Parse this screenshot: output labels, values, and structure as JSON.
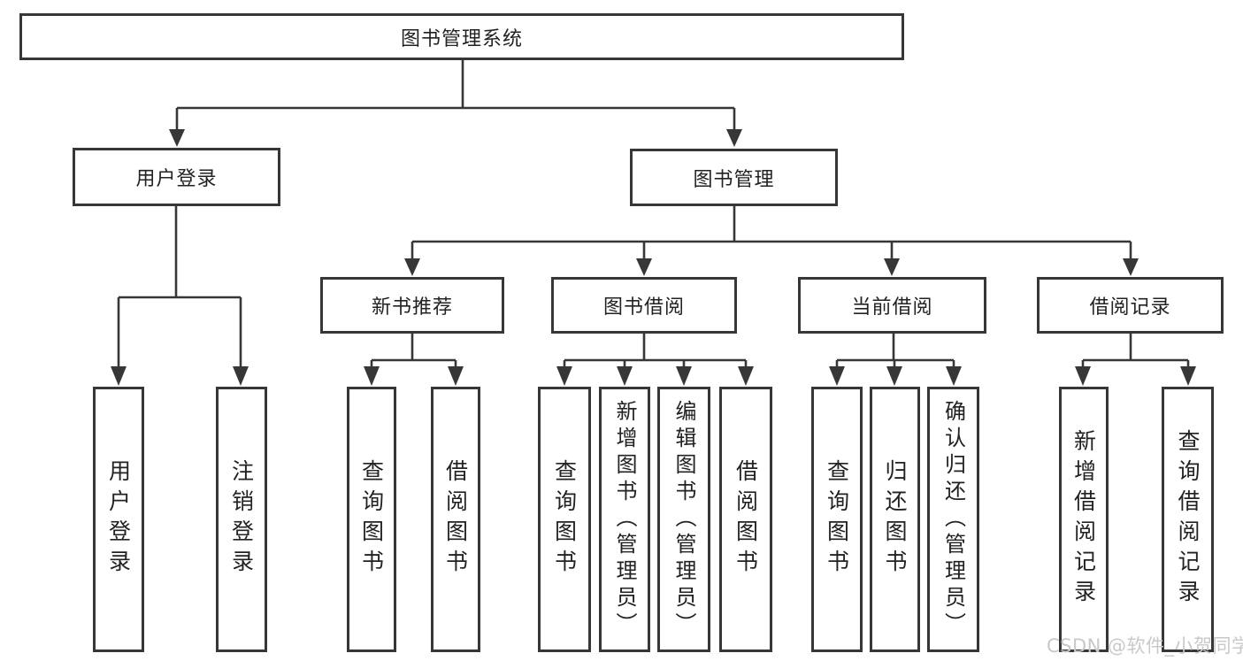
{
  "diagram": {
    "title": "图书管理系统",
    "branches": [
      {
        "label": "用户登录",
        "children": [
          "用户登录",
          "注销登录"
        ]
      },
      {
        "label": "图书管理",
        "children": [
          {
            "label": "新书推荐",
            "children": [
              "查询图书",
              "借阅图书"
            ]
          },
          {
            "label": "图书借阅",
            "children": [
              "查询图书",
              "新增图书（管理员）",
              "编辑图书（管理员）",
              "借阅图书"
            ]
          },
          {
            "label": "当前借阅",
            "children": [
              "查询图书",
              "归还图书",
              "确认归还（管理员）"
            ]
          },
          {
            "label": "借阅记录",
            "children": [
              "新增借阅记录",
              "查询借阅记录"
            ]
          }
        ]
      }
    ]
  },
  "watermark": "CSDN @软件_小贺同学",
  "colors": {
    "line": "#373737",
    "box_border": "#373737",
    "text": "#222222",
    "watermark": "#c9c9c9",
    "background": "#ffffff"
  }
}
